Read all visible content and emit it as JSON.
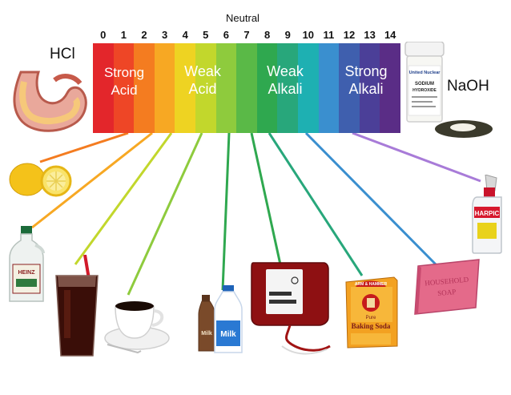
{
  "neutral_label": "Neutral",
  "ph_numbers": [
    "0",
    "1",
    "2",
    "3",
    "4",
    "5",
    "6",
    "7",
    "8",
    "9",
    "10",
    "11",
    "12",
    "13",
    "14"
  ],
  "band_colors": [
    "#e3262b",
    "#ee4626",
    "#f47c20",
    "#f7a823",
    "#eed322",
    "#c2d72c",
    "#8ecb3d",
    "#5ab947",
    "#2fa84f",
    "#28a77b",
    "#1eb0b2",
    "#3a8fcf",
    "#3f5fae",
    "#4b3f98",
    "#5a2d86"
  ],
  "zones": {
    "strong_acid": [
      "Strong",
      "Acid"
    ],
    "weak_acid": [
      "Weak",
      "Acid"
    ],
    "weak_alkali": [
      "Weak",
      "Alkali"
    ],
    "strong_alkali": [
      "Strong",
      "Alkali"
    ]
  },
  "chemicals": {
    "acid": "HCl",
    "base": "NaOH"
  },
  "product_labels": {
    "naoh_jar_brand": "United Nuclear",
    "naoh_jar_text_1": "SODIUM",
    "naoh_jar_text_2": "HYDROXIDE",
    "vinegar_brand": "HEINZ",
    "milk_label": "Milk",
    "chocolate_milk_label": "Milk",
    "baking_soda_brand": "ARM & HAMMER",
    "baking_soda_pure": "Pure",
    "baking_soda_name": "Baking Soda",
    "soap_line_1": "HOUSEHOLD",
    "soap_line_2": "SOAP",
    "harpic_label": "HARPIC"
  },
  "icons": [
    "stomach-icon",
    "lemon-icon",
    "vinegar-bottle-icon",
    "cola-glass-icon",
    "coffee-cup-icon",
    "milk-bottles-icon",
    "blood-bag-icon",
    "baking-soda-box-icon",
    "soap-bar-icon",
    "toilet-cleaner-icon",
    "naoh-jar-icon",
    "naoh-powder-icon"
  ]
}
